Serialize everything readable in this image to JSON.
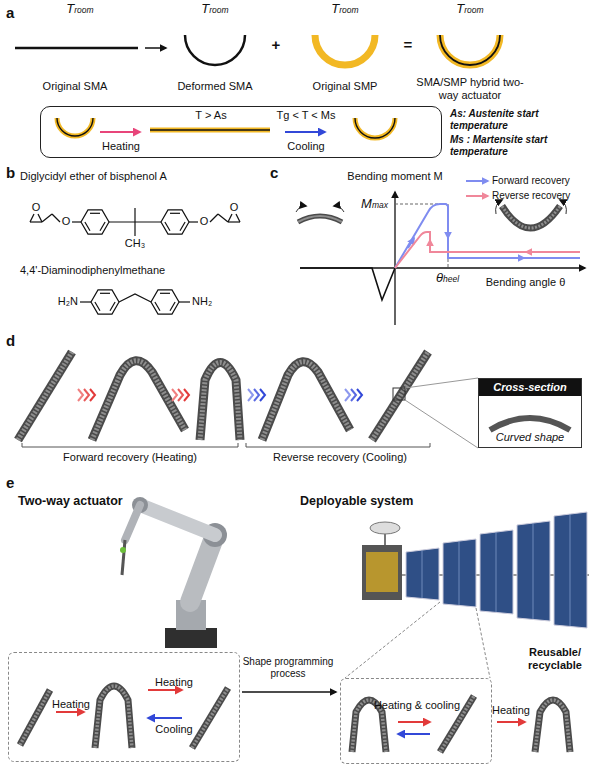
{
  "diagram": {
    "nodes": [
      {
        "text": [
          "T > As",
          "Heating",
          "Tg < T < Ms",
          "Cooling"
        ]
      },
      {
        "text": [
          "Cross-section",
          "Curved shape"
        ]
      },
      {
        "text": [
          "Heating",
          "Heating",
          "Cooling"
        ]
      },
      {
        "text": [
          "Heating & cooling"
        ]
      }
    ],
    "labels": [
      "a",
      "Troom",
      "Troom",
      "Troom",
      "Troom",
      "Original SMA",
      "Deformed SMA",
      "+",
      "Original SMP",
      "=",
      "SMA/SMP hybrid two-way actuator",
      "As: Austenite start temperature",
      "Ms : Martensite start temperature",
      "b",
      "Diglycidyl ether of bisphenol A",
      "O",
      "O",
      "O",
      "O",
      "CH₃",
      "4,4'-Diaminodiphenylmethane",
      "H₂N",
      "NH₂",
      "c",
      "Bending moment M",
      "Mmax",
      "θheel",
      "Bending angle θ",
      "d",
      "Forward recovery (Heating)",
      "Reverse recovery (Cooling)",
      "e",
      "Two-way actuator",
      "Deployable system",
      "Shape programming process",
      "Heating",
      "Reusable/ recyclable"
    ],
    "legend": [
      {
        "text": "Forward recovery"
      },
      {
        "text": "Reverse recovery"
      }
    ]
  }
}
